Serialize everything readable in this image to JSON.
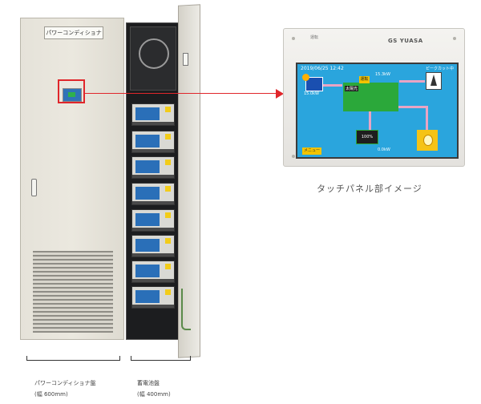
{
  "left_cabinet": {
    "label": "パワーコンディショナ"
  },
  "touch_panel": {
    "small_label": "運転",
    "brand": "GS YUASA",
    "timestamp": "2019/06/25 12:42",
    "peak_cut_label": "ピークカット中",
    "top_flow_kw": "15.3kW",
    "solar_kw": "15.0kW",
    "mode_label": "運転",
    "source_label": "太陽光",
    "battery_percent": "100%",
    "bottom_flow_kw": "0.0kW",
    "menu_button": "メニュー"
  },
  "caption": "タッチパネル部イメージ",
  "bottom_labels": {
    "pcs_name": "パワーコンディショナ盤",
    "pcs_width": "(幅 600mm)",
    "battery_name": "蓄電池盤",
    "battery_width": "(幅 400mm)"
  },
  "colors": {
    "highlight_red": "#e0262b",
    "screen_blue": "#2aa5dd",
    "flow_green": "#2ba83a",
    "accent_yellow": "#f2c300"
  }
}
